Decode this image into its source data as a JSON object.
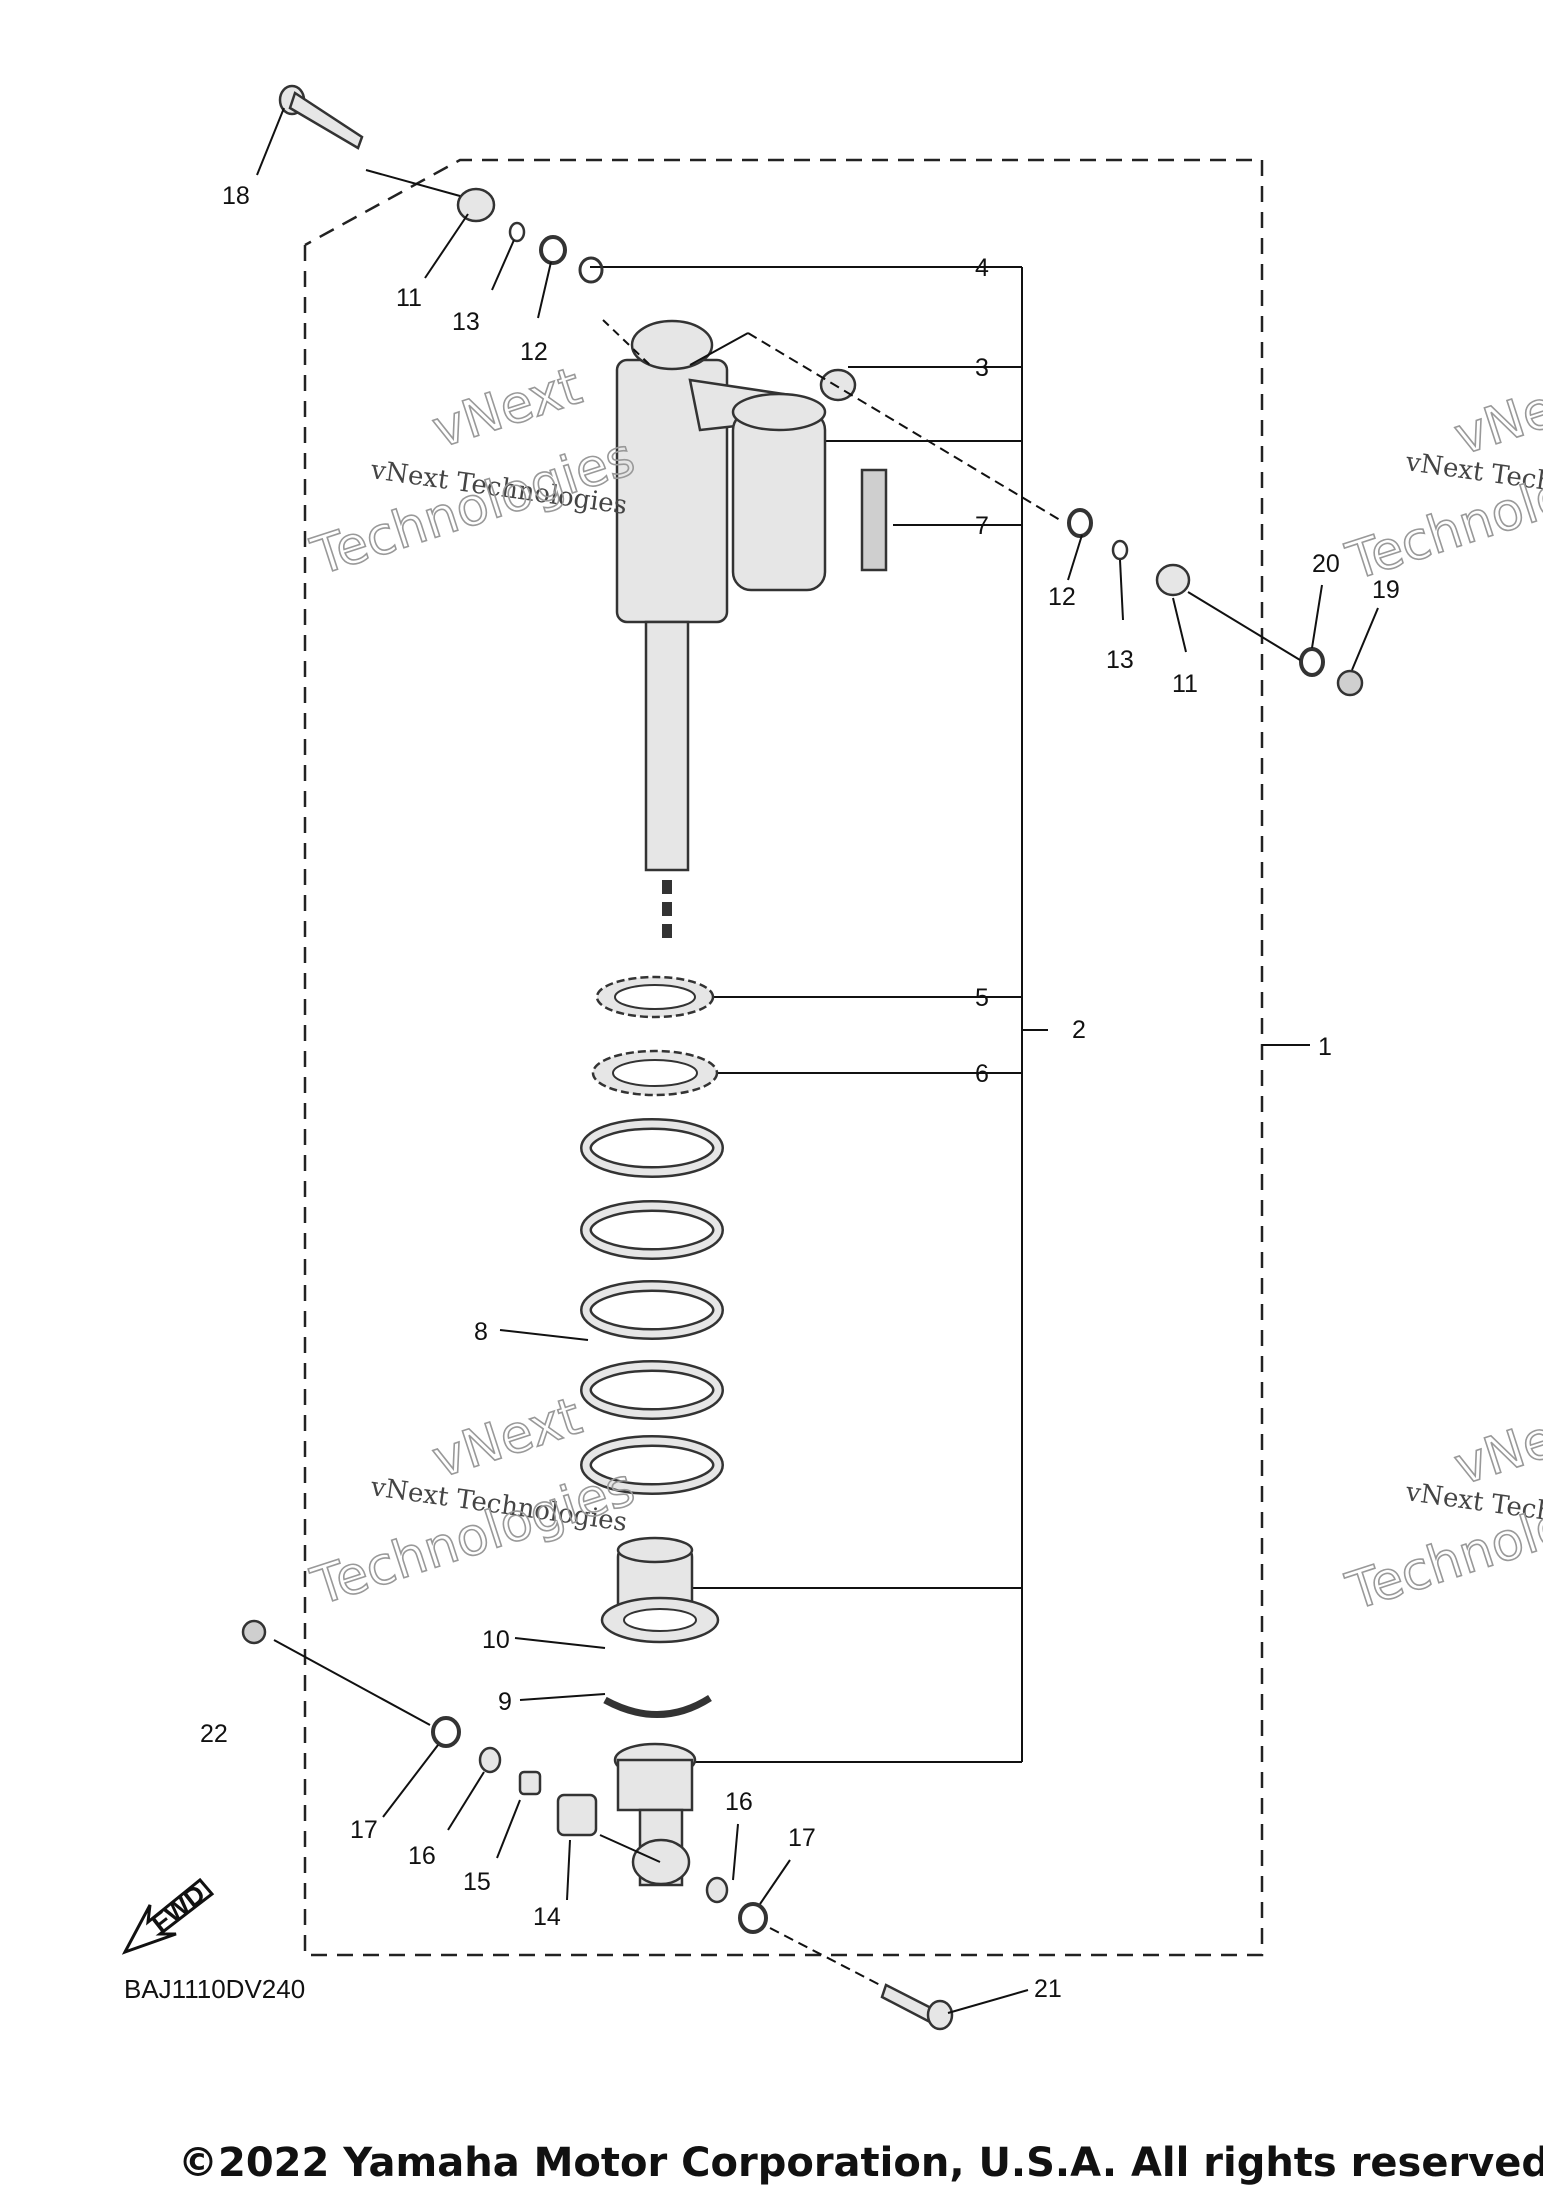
{
  "diagram": {
    "callouts": [
      "1",
      "2",
      "3",
      "4",
      "5",
      "6",
      "7",
      "8",
      "9",
      "10",
      "11",
      "11",
      "12",
      "12",
      "13",
      "13",
      "14",
      "15",
      "16",
      "16",
      "17",
      "17",
      "18",
      "19",
      "20",
      "21",
      "22"
    ],
    "reference_code": "BAJ1110DV240",
    "fwd_label": "FWD",
    "watermark_small": "vNext Technologies",
    "watermark_brand": "vNext",
    "watermark_word": "Technologies",
    "copyright": "©2022 Yamaha Motor Corporation, U.S.A. All rights reserved."
  },
  "colors": {
    "line": "#111111",
    "part_fill": "#e6e6e6",
    "watermark": "#999999"
  }
}
